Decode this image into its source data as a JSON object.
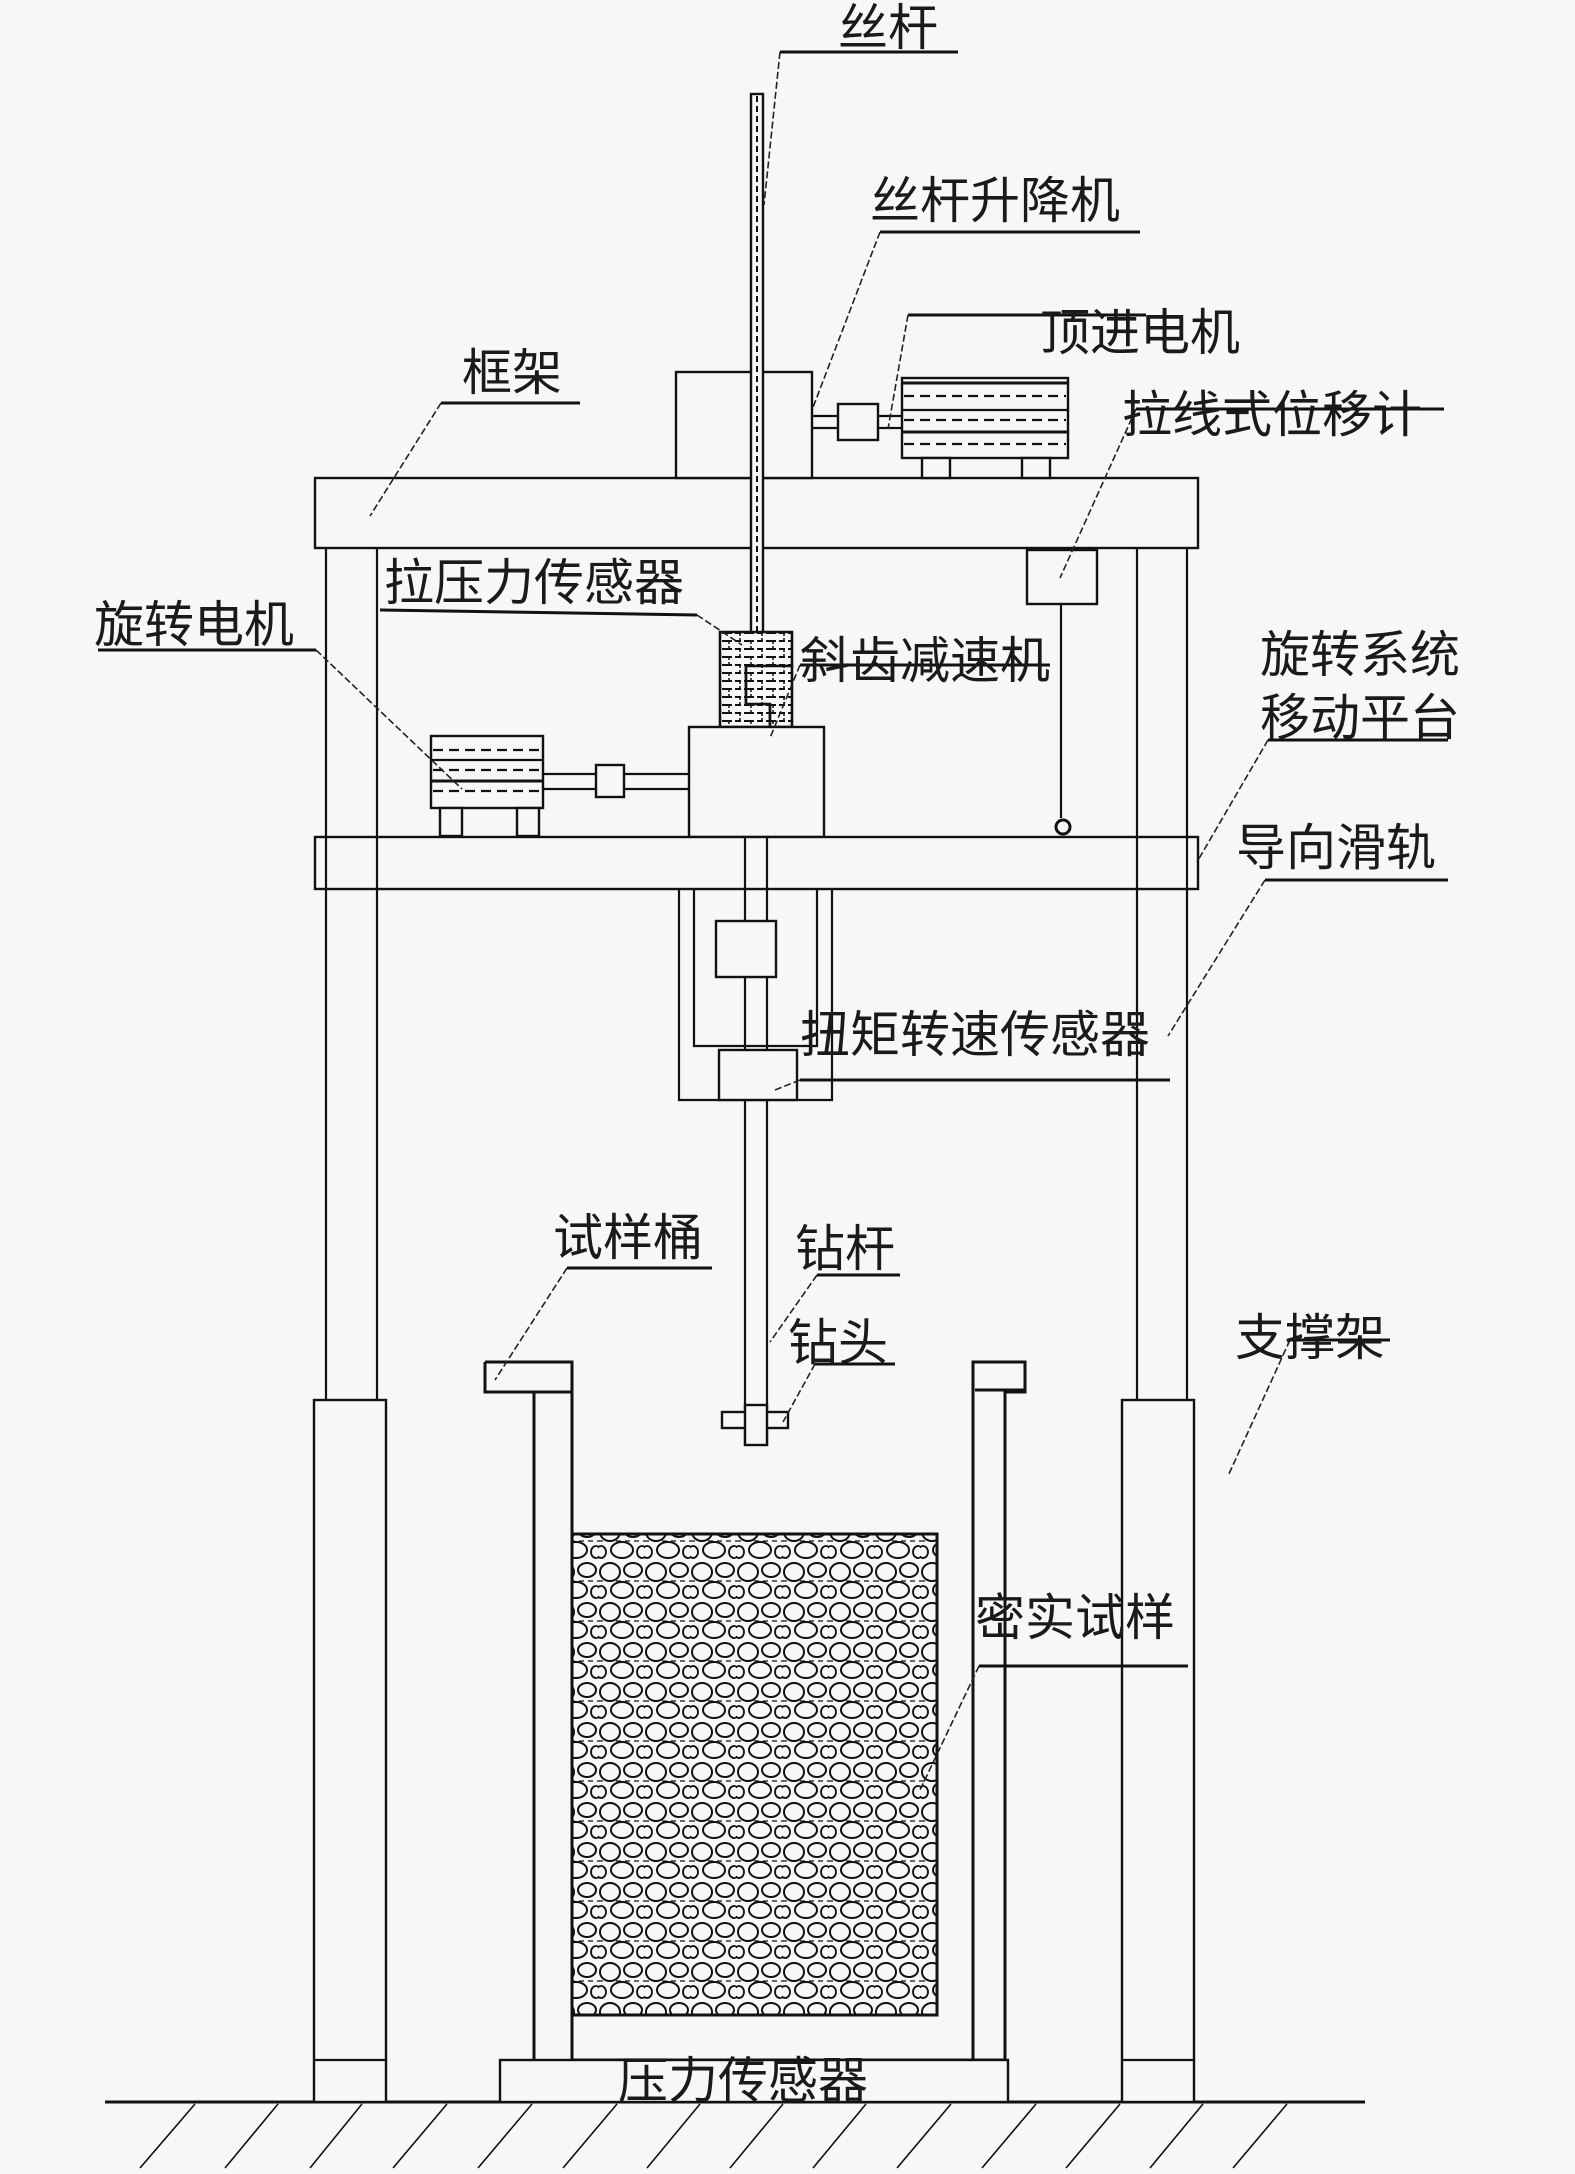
{
  "diagram": {
    "title": "",
    "labels": {
      "lead_screw": "丝杆",
      "screw_lift": "丝杆升降机",
      "feed_motor": "顶进电机",
      "frame": "框架",
      "wire_displacement_meter": "拉线式位移计",
      "tension_compression_sensor": "拉压力传感器",
      "rotary_motor": "旋转电机",
      "helical_gear_reducer": "斜齿减速机",
      "rotary_platform_line1": "旋转系统",
      "rotary_platform_line2": "移动平台",
      "guide_rail": "导向滑轨",
      "torque_speed_sensor": "扭矩转速传感器",
      "sample_bucket": "试样桶",
      "drill_rod": "钻杆",
      "drill_bit": "钻头",
      "support_frame": "支撑架",
      "dense_sample": "密实试样",
      "pressure_sensor": "压力传感器"
    }
  }
}
